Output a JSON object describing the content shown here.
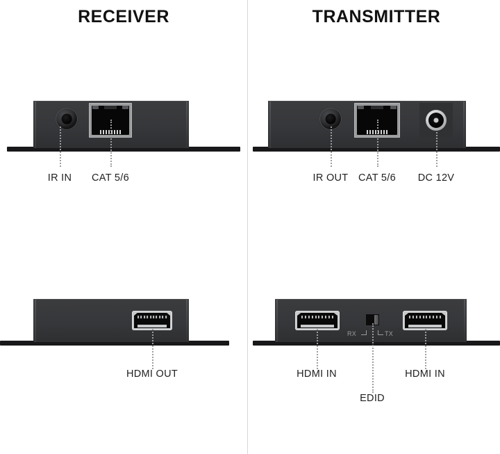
{
  "panels": {
    "receiver": {
      "title": "RECEIVER",
      "front": {
        "ports": [
          {
            "name": "ir-in-jack",
            "label": "IR IN"
          },
          {
            "name": "cat-5-6-jack",
            "label": "CAT 5/6"
          }
        ]
      },
      "rear": {
        "ports": [
          {
            "name": "hdmi-out-port",
            "label": "HDMI OUT"
          }
        ]
      }
    },
    "transmitter": {
      "title": "TRANSMITTER",
      "front": {
        "ports": [
          {
            "name": "ir-out-jack",
            "label": "IR OUT"
          },
          {
            "name": "cat-5-6-jack",
            "label": "CAT 5/6"
          },
          {
            "name": "dc-12v-jack",
            "label": "DC 12V"
          }
        ]
      },
      "rear": {
        "ports": [
          {
            "name": "hdmi-in-left-port",
            "label": "HDMI IN"
          },
          {
            "name": "edid-switch",
            "label": "EDID"
          },
          {
            "name": "hdmi-in-right-port",
            "label": "HDMI IN"
          }
        ],
        "switch_marks": {
          "left": "RX",
          "right": "TX"
        }
      }
    }
  },
  "colors": {
    "chassis": "#36373a",
    "chassis_edge": "#4a4b4d",
    "base": "#18181a",
    "metal": "#c9cacb",
    "cavity": "#09090a",
    "leader": "#9d9d9d",
    "divider": "#d8d8d8",
    "text": "#1f1f1f",
    "silkscreen": "#9a9b9d",
    "background": "#ffffff"
  }
}
